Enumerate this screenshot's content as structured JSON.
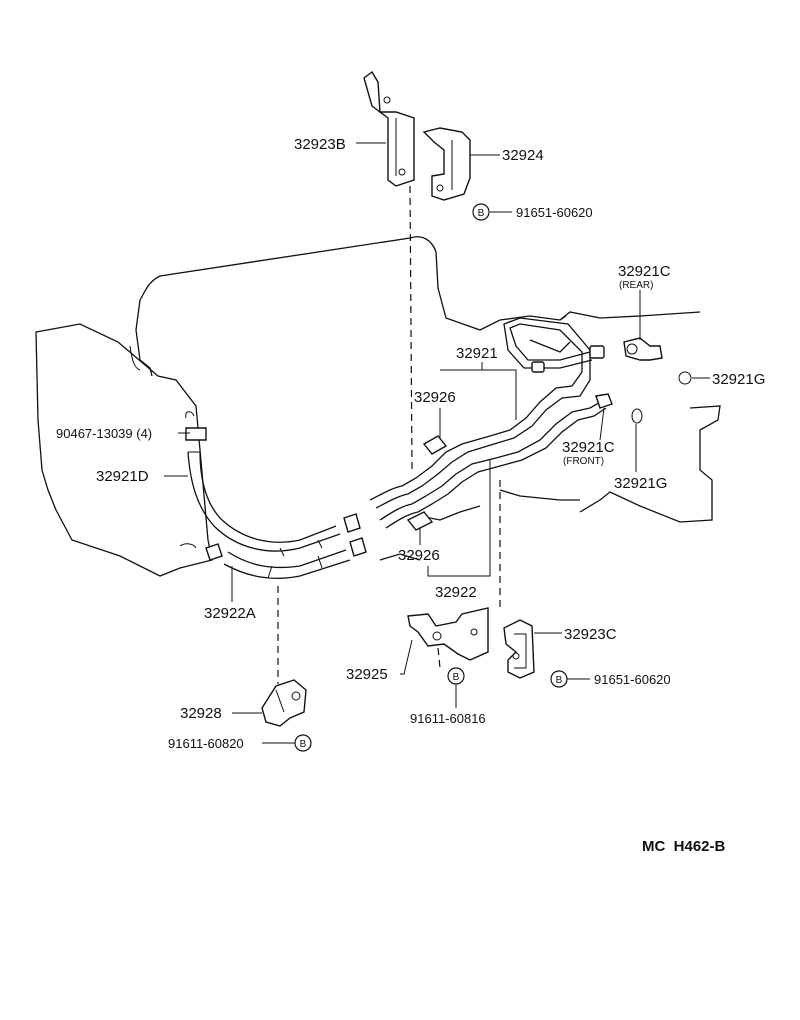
{
  "labels": {
    "p32923B": "32923B",
    "p32924": "32924",
    "bolt_top": "91651-60620",
    "p32921C_rear": "32921C",
    "rear_note": "(REAR)",
    "p32921": "32921",
    "p32921G_right": "32921G",
    "p32926_upper": "32926",
    "p90467": "90467-13039 (4)",
    "p32921C_front": "32921C",
    "front_note": "(FRONT)",
    "p32921D": "32921D",
    "p32921G_lower": "32921G",
    "p32926_lower": "32926",
    "p32922A": "32922A",
    "p32922": "32922",
    "p32923C": "32923C",
    "p32925": "32925",
    "bolt_right": "91651-60620",
    "bolt_center": "91611-60816",
    "p32928": "32928",
    "bolt_left": "91611-60820",
    "bolt_symbol": "B"
  },
  "diagram_code": "MC  H462-B"
}
